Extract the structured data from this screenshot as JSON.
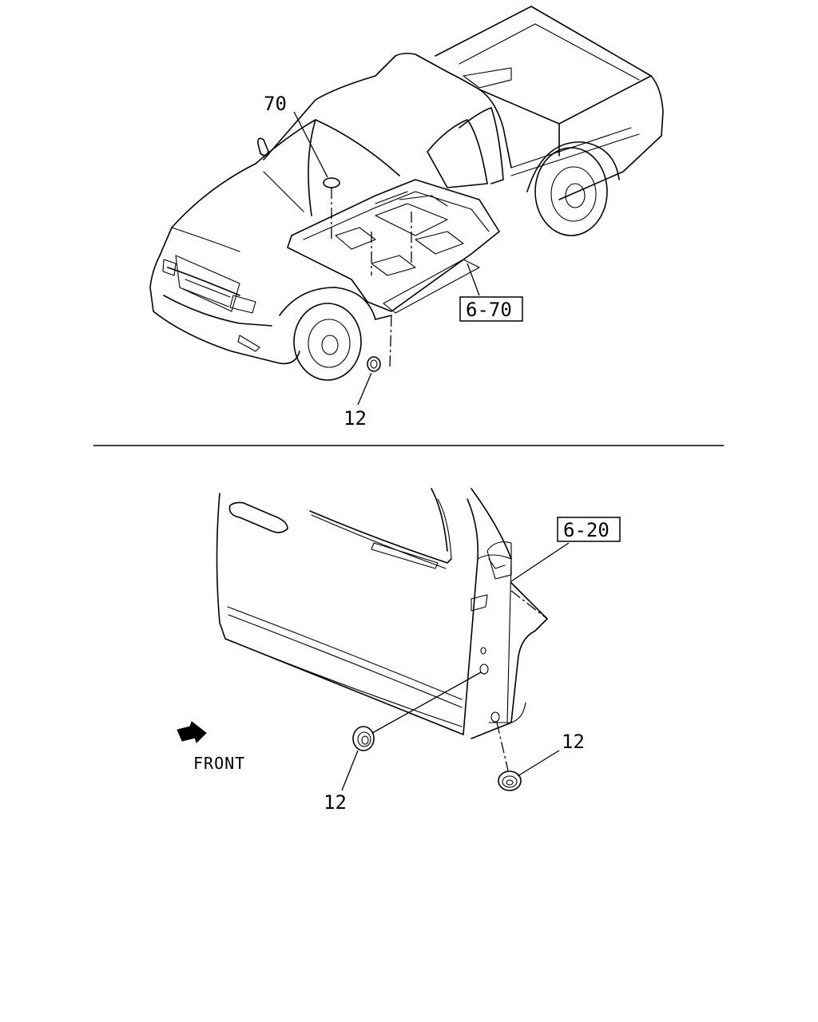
{
  "top_view": {
    "callouts": [
      {
        "label": "70"
      },
      {
        "label": "12"
      }
    ],
    "ref_box": {
      "label": "6-70"
    }
  },
  "bottom_view": {
    "callouts": [
      {
        "label": "12"
      },
      {
        "label": "12"
      }
    ],
    "ref_box": {
      "label": "6-20"
    },
    "direction": {
      "label": "FRONT"
    }
  }
}
